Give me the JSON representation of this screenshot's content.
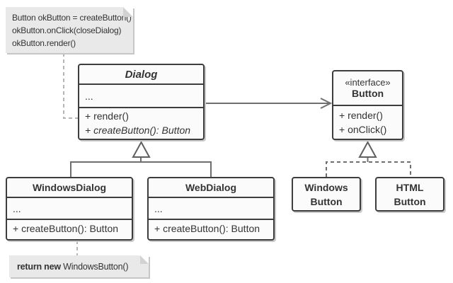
{
  "diagram_type": "uml-class-diagram",
  "colors": {
    "background": "#ffffff",
    "box_fill": "#fbfbfb",
    "box_border": "#3d3d3d",
    "note_fill": "#e9e9e9",
    "connector_gray": "#6f6f6f",
    "note_connector_gray": "#b5b5b5",
    "text": "#333333"
  },
  "notes": {
    "ok_button": {
      "lines": [
        "Button okButton = createButton()",
        "okButton.onClick(closeDialog)",
        "okButton.render()"
      ]
    },
    "return_new": {
      "bold": "return new",
      "rest": " WindowsButton()"
    }
  },
  "classes": {
    "dialog": {
      "name": "Dialog",
      "attributes": [
        "..."
      ],
      "methods": [
        "+ render()",
        "+ createButton(): Button"
      ]
    },
    "button_interface": {
      "stereotype": "«interface»",
      "name": "Button",
      "methods": [
        "+ render()",
        "+ onClick()"
      ]
    },
    "windows_dialog": {
      "name": "WindowsDialog",
      "attributes": [
        "..."
      ],
      "methods": [
        "+ createButton(): Button"
      ]
    },
    "web_dialog": {
      "name": "WebDialog",
      "attributes": [
        "..."
      ],
      "methods": [
        "+ createButton(): Button"
      ]
    },
    "windows_button": {
      "name_line1": "Windows",
      "name_line2": "Button"
    },
    "html_button": {
      "name_line1": "HTML",
      "name_line2": "Button"
    }
  },
  "relationships": [
    {
      "from": "Dialog",
      "to": "Button",
      "type": "association-arrow"
    },
    {
      "from": "WindowsDialog",
      "to": "Dialog",
      "type": "inheritance"
    },
    {
      "from": "WebDialog",
      "to": "Dialog",
      "type": "inheritance"
    },
    {
      "from": "WindowsButton",
      "to": "Button",
      "type": "realization-dashed"
    },
    {
      "from": "HTMLButton",
      "to": "Button",
      "type": "realization-dashed"
    }
  ]
}
